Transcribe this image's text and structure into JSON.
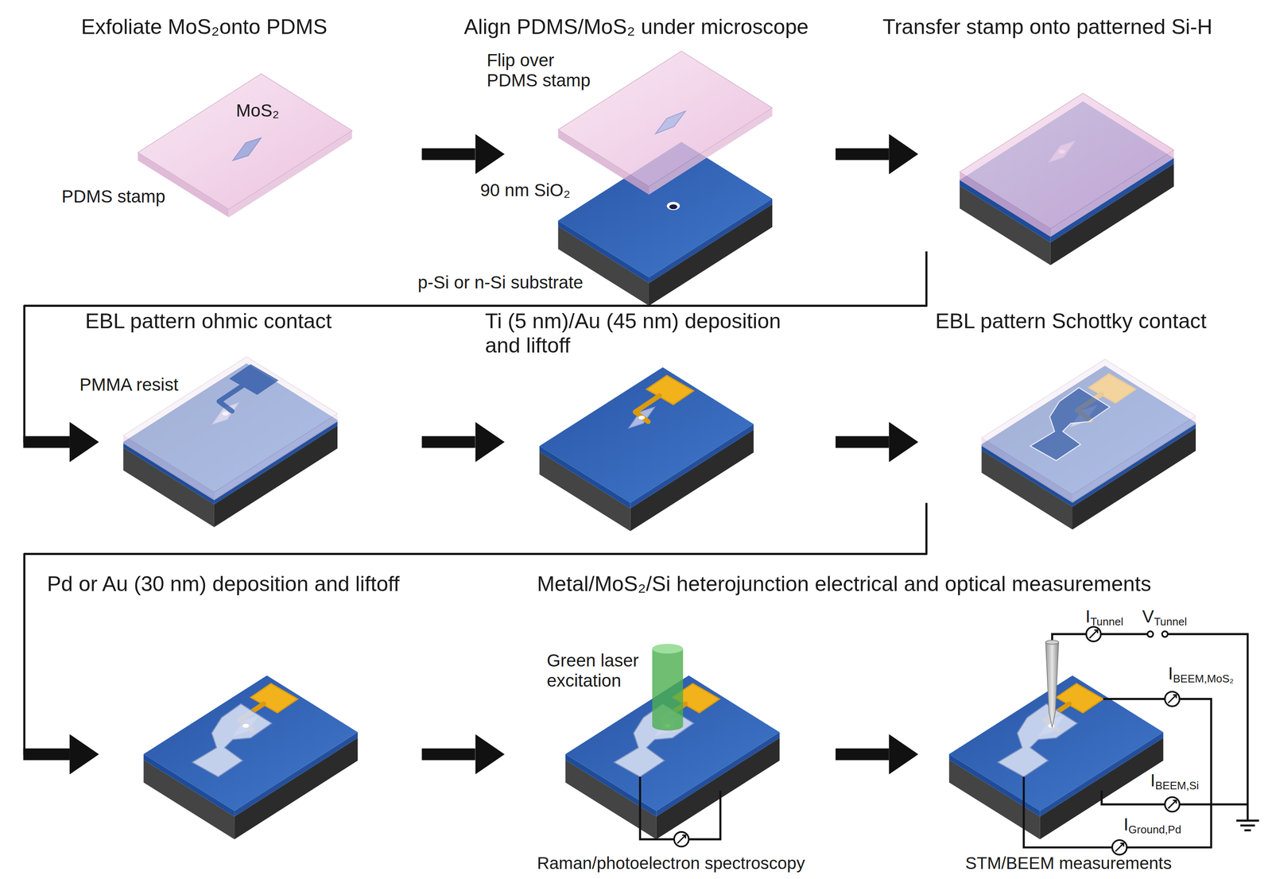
{
  "diagram": {
    "nodes": [
      {
        "text": [
          "Exfoliate MoS₂onto PDMS"
        ]
      },
      {
        "text": [
          "Align PDMS/MoS₂ under microscope"
        ]
      },
      {
        "text": [
          "Transfer stamp onto patterned Si-H"
        ]
      },
      {
        "text": [
          "EBL pattern ohmic contact"
        ]
      },
      {
        "text": [
          "Ti (5 nm)/Au (45 nm) deposition and liftoff"
        ]
      },
      {
        "text": [
          "EBL pattern Schottky contact"
        ]
      },
      {
        "text": [
          "Pd or Au (30 nm) deposition and liftoff"
        ]
      },
      {
        "text": [
          "Metal/MoS₂/Si heterojunction electrical and optical measurements"
        ]
      },
      {
        "text": [
          "Raman/photoelectron spectroscopy"
        ],
        "in": 7
      },
      {
        "text": [
          "STM/BEEM measurements"
        ],
        "in": 7
      }
    ],
    "edges": [
      {
        "from": 0,
        "to": 1,
        "arrow": "to"
      },
      {
        "from": 1,
        "to": 2,
        "arrow": "to"
      },
      {
        "from": 2,
        "to": 3,
        "arrow": "to"
      },
      {
        "from": 3,
        "to": 4,
        "arrow": "to"
      },
      {
        "from": 4,
        "to": 5,
        "arrow": "to"
      },
      {
        "from": 5,
        "to": 6,
        "arrow": "to"
      },
      {
        "from": 6,
        "to": 8,
        "arrow": "to"
      },
      {
        "from": 8,
        "to": 9,
        "arrow": "to"
      }
    ],
    "labels": [
      "MoS₂",
      "PDMS stamp",
      "Flip over PDMS stamp",
      "90 nm SiO₂",
      "p-Si or n-Si substrate",
      "PMMA resist",
      "Green laser excitation",
      "ITunnel",
      "VTunnel",
      "IBEEM,MoS₂",
      "IBEEM,Si",
      "IGround,Pd"
    ]
  }
}
